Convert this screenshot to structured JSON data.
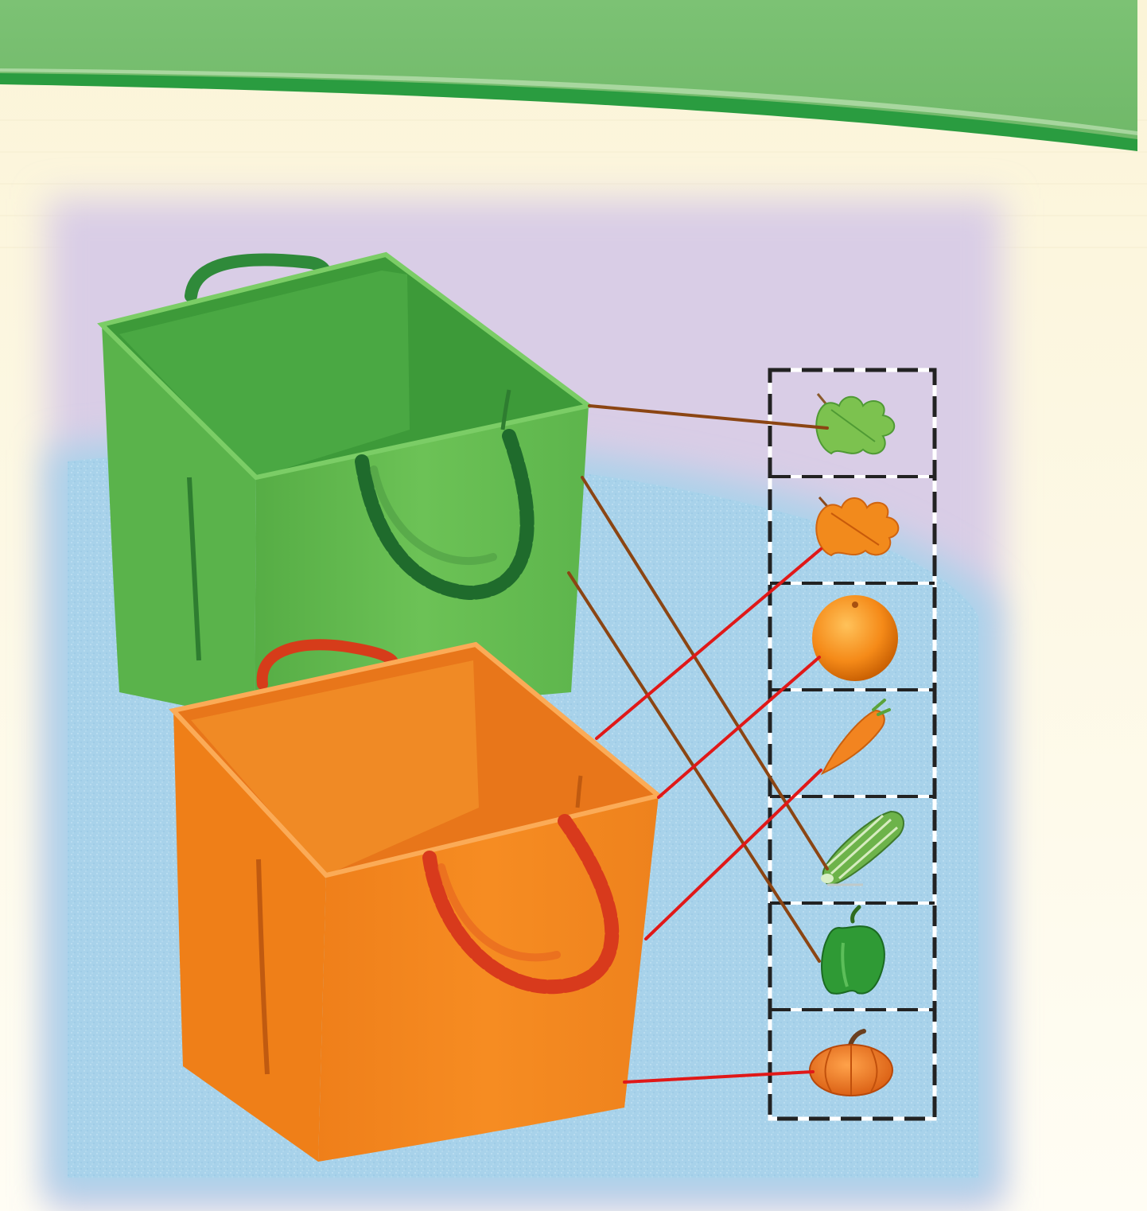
{
  "colors": {
    "banner_green": "#7abf72",
    "banner_dark": "#2fa046",
    "cream": "#fdf6e3",
    "sky_lavender": "#d8cde6",
    "ground_blue": "#a9d3ea",
    "green_bag": "#66bd52",
    "orange_bag": "#f28a22",
    "green_link": "#8b4513",
    "orange_link": "#e01818",
    "slot_border": "#222222"
  },
  "bags": [
    {
      "name": "green-bag",
      "color_name": "green"
    },
    {
      "name": "orange-bag",
      "color_name": "orange"
    }
  ],
  "items": [
    {
      "name": "green-leaf",
      "icon": "leaf-icon",
      "bag": "green"
    },
    {
      "name": "orange-leaf",
      "icon": "leaf-icon",
      "bag": "orange"
    },
    {
      "name": "orange-fruit",
      "icon": "orange-icon",
      "bag": "orange"
    },
    {
      "name": "carrot",
      "icon": "carrot-icon",
      "bag": "orange"
    },
    {
      "name": "cucumber",
      "icon": "cucumber-icon",
      "bag": "green"
    },
    {
      "name": "green-pepper",
      "icon": "pepper-icon",
      "bag": "green"
    },
    {
      "name": "pumpkin",
      "icon": "pumpkin-icon",
      "bag": "orange"
    }
  ]
}
